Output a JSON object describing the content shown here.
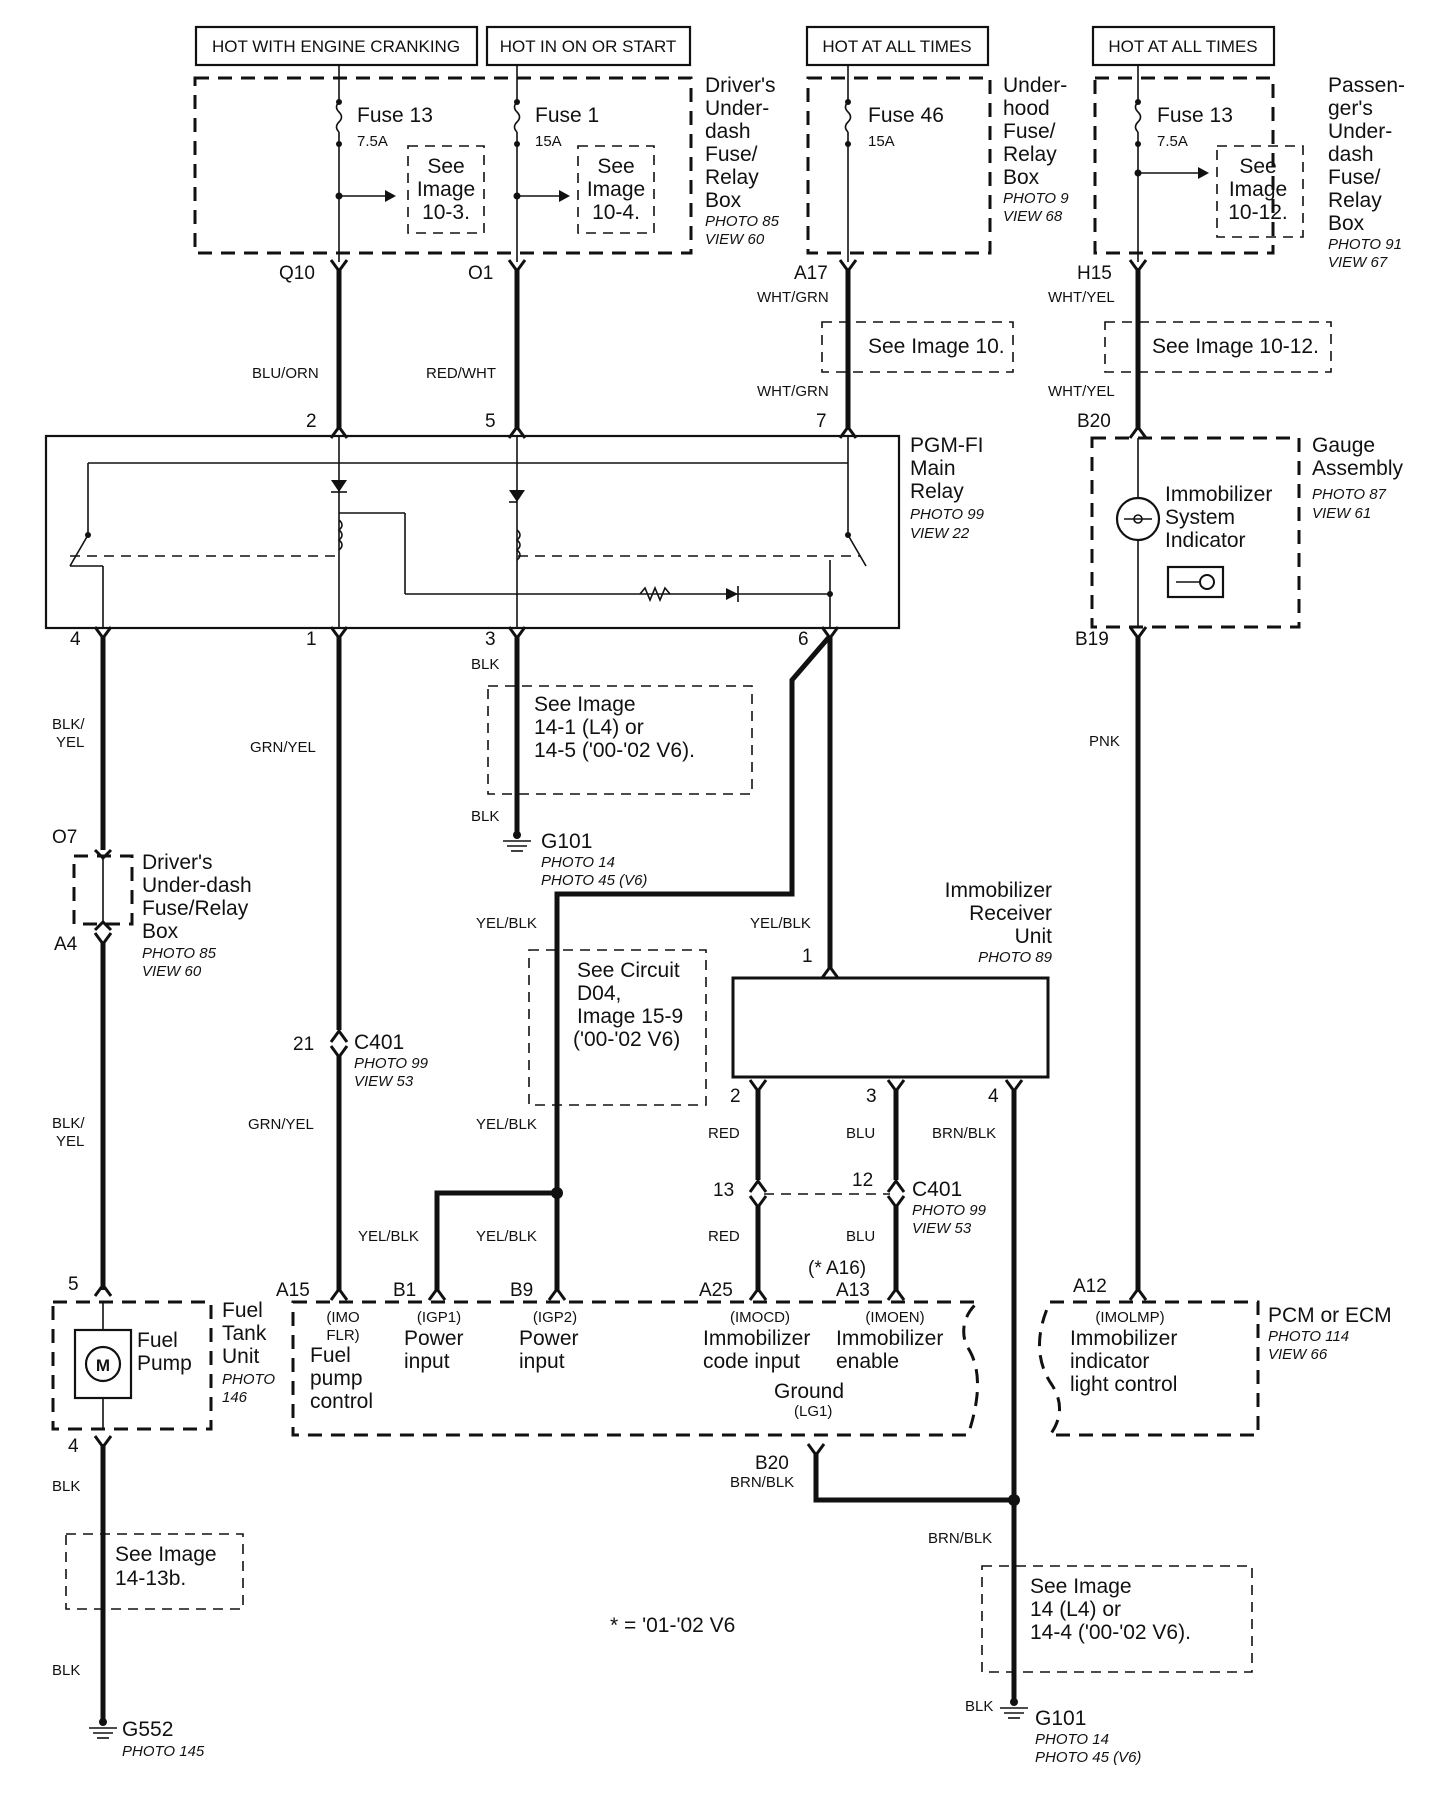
{
  "headers": [
    "HOT WITH ENGINE CRANKING",
    "HOT IN ON OR START",
    "HOT AT ALL TIMES",
    "HOT AT ALL TIMES"
  ],
  "fuse_boxes": {
    "drivers_underdash": {
      "name_lines": [
        "Driver's",
        "Under-",
        "dash",
        "Fuse/",
        "Relay",
        "Box"
      ],
      "photo": "PHOTO 85",
      "view": "VIEW 60",
      "fuse_a": {
        "name": "Fuse 13",
        "rating": "7.5A"
      },
      "fuse_b": {
        "name": "Fuse 1",
        "rating": "15A"
      },
      "ref_a": [
        "See",
        "Image",
        "10-3."
      ],
      "ref_b": [
        "See",
        "Image",
        "10-4."
      ],
      "pin_a": "Q10",
      "pin_b": "O1"
    },
    "underhood": {
      "name_lines": [
        "Under-",
        "hood",
        "Fuse/",
        "Relay",
        "Box"
      ],
      "photo": "PHOTO 9",
      "view": "VIEW 68",
      "fuse": {
        "name": "Fuse 46",
        "rating": "15A"
      },
      "pin": "A17"
    },
    "passengers_underdash": {
      "name_lines": [
        "Passen-",
        "ger's",
        "Under-",
        "dash",
        "Fuse/",
        "Relay",
        "Box"
      ],
      "photo": "PHOTO 91",
      "view": "VIEW 67",
      "fuse": {
        "name": "Fuse 13",
        "rating": "7.5A"
      },
      "ref": [
        "See",
        "Image",
        "10-12."
      ],
      "pin": "H15"
    }
  },
  "references": {
    "image_10": "See Image 10.",
    "image_10_12": "See Image 10-12.",
    "ground_a": [
      "See Image",
      "14-1 (L4) or",
      "14-5 ('00-'02 V6)."
    ],
    "circuit_d04": [
      "See Circuit",
      "D04,",
      "Image 15-9",
      "('00-'02  V6)"
    ],
    "image_14_13b": [
      "See Image",
      "14-13b."
    ],
    "ground_b": [
      "See Image",
      "14 (L4) or",
      "14-4 ('00-'02 V6)."
    ]
  },
  "relay": {
    "name_lines": [
      "PGM-FI",
      "Main",
      "Relay"
    ],
    "photo": "PHOTO 99",
    "view": "VIEW 22",
    "pins_top": [
      "2",
      "5",
      "7"
    ],
    "pins_bottom": [
      "4",
      "1",
      "3",
      "6"
    ]
  },
  "gauge": {
    "name_lines": [
      "Gauge",
      "Assembly"
    ],
    "photo": "PHOTO 87",
    "view": "VIEW 61",
    "indicator_lines": [
      "Immobilizer",
      "System",
      "Indicator"
    ],
    "pin_top": "B20",
    "pin_bottom": "B19"
  },
  "wires": {
    "blu_orn": "BLU/ORN",
    "red_wht": "RED/WHT",
    "wht_grn": "WHT/GRN",
    "wht_yel": "WHT/YEL",
    "blk_yel": [
      "BLK/",
      "YEL"
    ],
    "grn_yel": "GRN/YEL",
    "blk": "BLK",
    "pnk": "PNK",
    "yel_blk": "YEL/BLK",
    "red": "RED",
    "blu": "BLU",
    "brn_blk": "BRN/BLK"
  },
  "grounds": {
    "g101": {
      "name": "G101",
      "photo_a": "PHOTO 14",
      "photo_b": "PHOTO 45 (V6)"
    },
    "g552": {
      "name": "G552",
      "photo": "PHOTO 145"
    }
  },
  "connectors": {
    "o7": "O7",
    "a4": "A4",
    "drivers_box_lines": [
      "Driver's",
      "Under-dash",
      "Fuse/Relay",
      "Box"
    ],
    "drivers_box_photo": "PHOTO 85",
    "drivers_box_view": "VIEW 60",
    "c401": {
      "name": "C401",
      "photo": "PHOTO 99",
      "view": "VIEW 53",
      "pin_a": "21",
      "pin_b": "13",
      "pin_c": "12"
    }
  },
  "receiver": {
    "name_lines": [
      "Immobilizer",
      "Receiver",
      "Unit"
    ],
    "photo": "PHOTO 89",
    "pins": [
      "1",
      "2",
      "3",
      "4"
    ]
  },
  "fuel_tank": {
    "name_lines": [
      "Fuel",
      "Tank",
      "Unit"
    ],
    "photo_lines": [
      "PHOTO",
      "146"
    ],
    "pump_lines": [
      "Fuel",
      "Pump"
    ],
    "motor": "M",
    "pin_top": "5",
    "pin_bottom": "4"
  },
  "pcm": {
    "name": "PCM or ECM",
    "photo": "PHOTO 114",
    "view": "VIEW 66",
    "pins": {
      "a15": "A15",
      "b1": "B1",
      "b9": "B9",
      "a25": "A25",
      "a16": "(* A16)",
      "a13": "A13",
      "b20": "B20",
      "a12": "A12"
    },
    "terminals": {
      "imo_flr": [
        "(IMO",
        "FLR)",
        "Fuel",
        "pump",
        "control"
      ],
      "igp1": [
        "(IGP1)",
        "Power",
        "input"
      ],
      "igp2": [
        "(IGP2)",
        "Power",
        "input"
      ],
      "imocd": [
        "(IMOCD)",
        "Immobilizer",
        "code input"
      ],
      "imoen": [
        "(IMOEN)",
        "Immobilizer",
        "enable"
      ],
      "ground": [
        "Ground",
        "(LG1)"
      ],
      "imolmp": [
        "(IMOLMP)",
        "Immobilizer",
        "indicator",
        "light control"
      ]
    }
  },
  "footnote": "* =  '01-'02 V6"
}
